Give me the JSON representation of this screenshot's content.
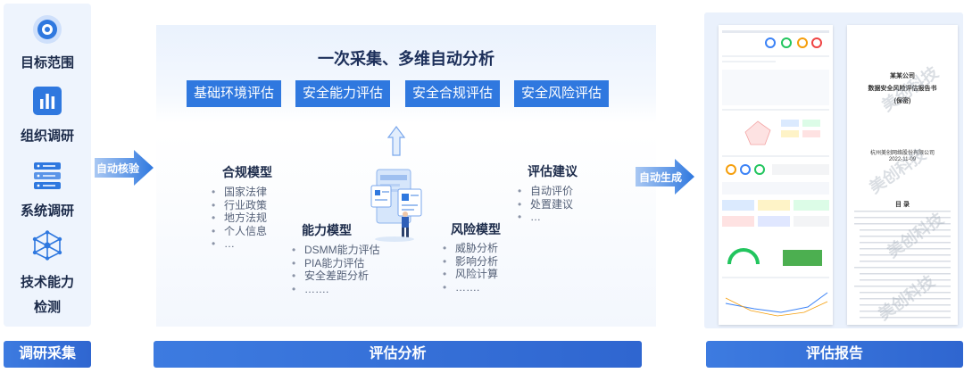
{
  "left": {
    "items": [
      {
        "label": "目标范围",
        "icon": "target-icon"
      },
      {
        "label": "组织调研",
        "icon": "bar-chart-icon"
      },
      {
        "label": "系统调研",
        "icon": "server-icon"
      },
      {
        "label_line1": "技术能力",
        "label_line2": "检测",
        "icon": "network-icon"
      }
    ],
    "footer": "调研采集"
  },
  "arrows": {
    "left": "自动核验",
    "right": "自动生成"
  },
  "middle": {
    "headline": "一次采集、多维自动分析",
    "chips": [
      "基础环境评估",
      "安全能力评估",
      "安全合规评估",
      "安全风险评估"
    ],
    "models": {
      "compliance": {
        "title": "合规模型",
        "items": [
          "国家法律",
          "行业政策",
          "地方法规",
          "个人信息",
          "…"
        ]
      },
      "capability": {
        "title": "能力模型",
        "items": [
          "DSMM能力评估",
          "PIA能力评估",
          "安全差距分析",
          "……."
        ]
      },
      "risk": {
        "title": "风险模型",
        "items": [
          "威胁分析",
          "影响分析",
          "风险计算",
          "……."
        ]
      },
      "advice": {
        "title": "评估建议",
        "items": [
          "自动评价",
          "处置建议",
          "…"
        ]
      }
    },
    "footer": "评估分析"
  },
  "right": {
    "report": {
      "company": "某某公司",
      "title": "数据安全风险评估报告书",
      "secret": "(保密)",
      "org": "杭州美创网络股份有限公司",
      "date": "2022-11-09",
      "toc": "目 录"
    },
    "watermark": "美创科技",
    "footer": "评估报告"
  },
  "colors": {
    "accent": "#2f78df",
    "footer": "#3d7be0",
    "panel": "#eef4fd"
  }
}
